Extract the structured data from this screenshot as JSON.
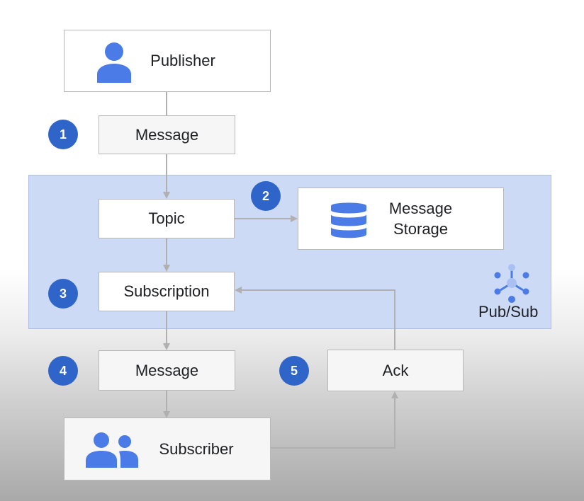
{
  "nodes": {
    "publisher": "Publisher",
    "message_top": "Message",
    "topic": "Topic",
    "message_storage_line1": "Message",
    "message_storage_line2": "Storage",
    "subscription": "Subscription",
    "message_bottom": "Message",
    "ack": "Ack",
    "subscriber": "Subscriber"
  },
  "steps": [
    "1",
    "2",
    "3",
    "4",
    "5"
  ],
  "region": {
    "label": "Pub/Sub"
  },
  "icons": {
    "publisher": "person-icon",
    "storage": "database-icon",
    "pubsub": "pubsub-icon",
    "subscriber": "people-icon"
  },
  "colors": {
    "accent": "#2f64c9",
    "icon_blue": "#4a7be6",
    "region_fill": "#ccdaf6",
    "connector": "#b0b0b0"
  }
}
